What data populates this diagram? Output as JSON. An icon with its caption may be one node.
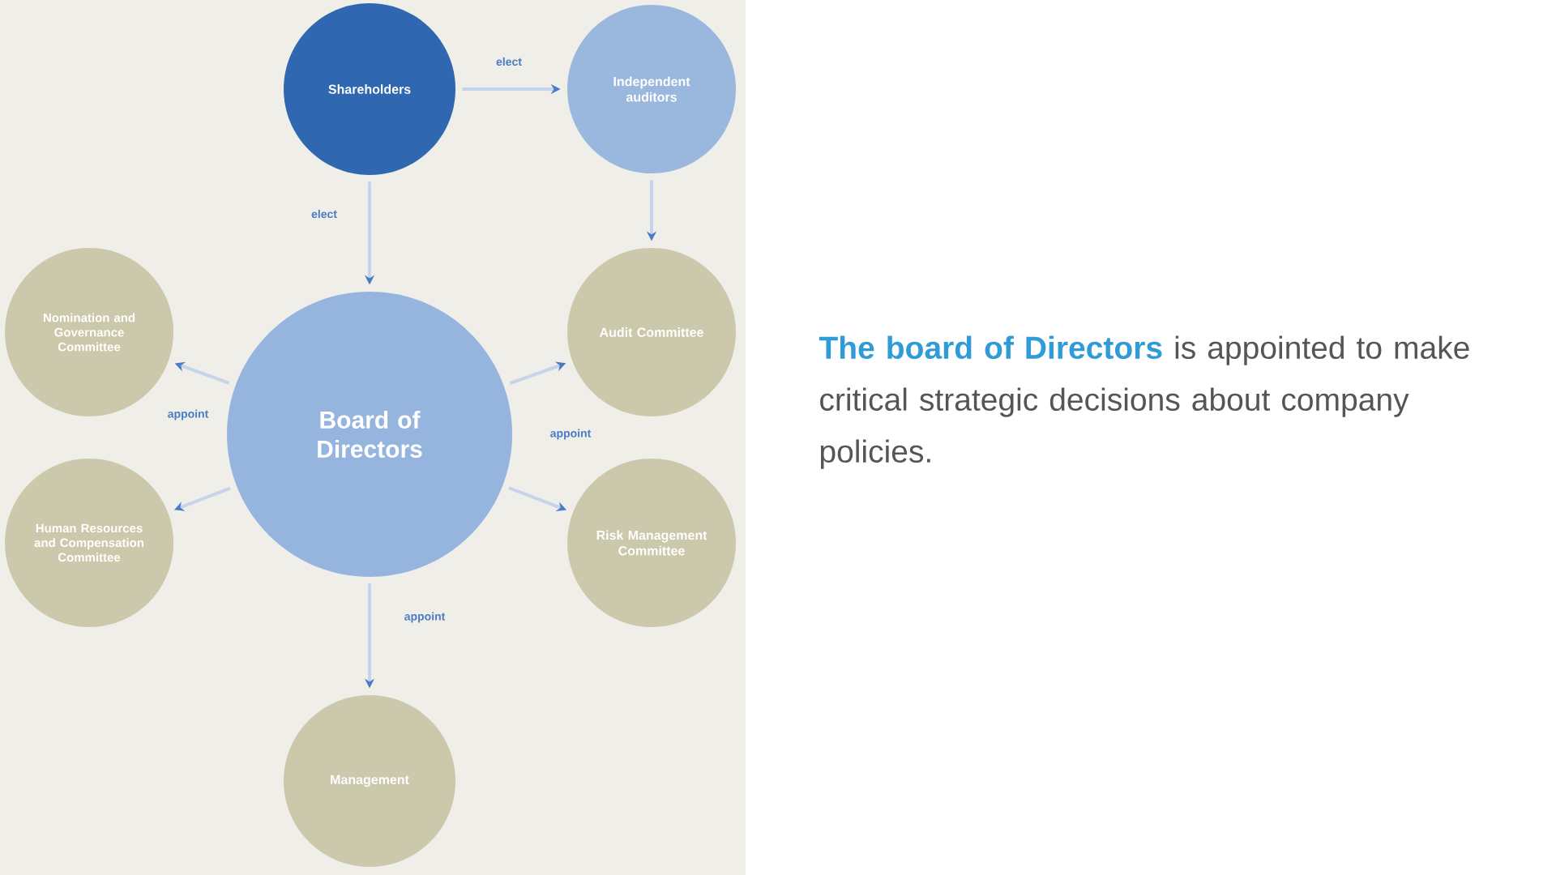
{
  "diagram": {
    "nodes": [
      {
        "text": [
          "Shareholders"
        ]
      },
      {
        "text": [
          "Independent auditors"
        ]
      },
      {
        "text": [
          "Nomination and Governance Committee"
        ]
      },
      {
        "text": [
          "Audit Committee"
        ]
      },
      {
        "text": [
          "Board of Directors"
        ]
      },
      {
        "text": [
          "Human Resources and Compensation Committee"
        ]
      },
      {
        "text": [
          "Risk Management Committee"
        ]
      },
      {
        "text": [
          "Management"
        ]
      }
    ],
    "edges": [
      {
        "from": 0,
        "to": 1,
        "arrow": "to",
        "label": "elect"
      },
      {
        "from": 0,
        "to": 4,
        "arrow": "to",
        "label": "elect"
      },
      {
        "from": 1,
        "to": 3,
        "arrow": "to"
      },
      {
        "from": 4,
        "to": 2,
        "arrow": "to",
        "label": "appoint"
      },
      {
        "from": 4,
        "to": 5,
        "arrow": "to"
      },
      {
        "from": 4,
        "to": 3,
        "arrow": "to",
        "label": "appoint"
      },
      {
        "from": 4,
        "to": 6,
        "arrow": "to"
      },
      {
        "from": 4,
        "to": 7,
        "arrow": "to",
        "label": "appoint"
      }
    ],
    "labels": [
      "The board of Directors",
      "is appointed to make critical strategic decisions about company policies."
    ]
  }
}
